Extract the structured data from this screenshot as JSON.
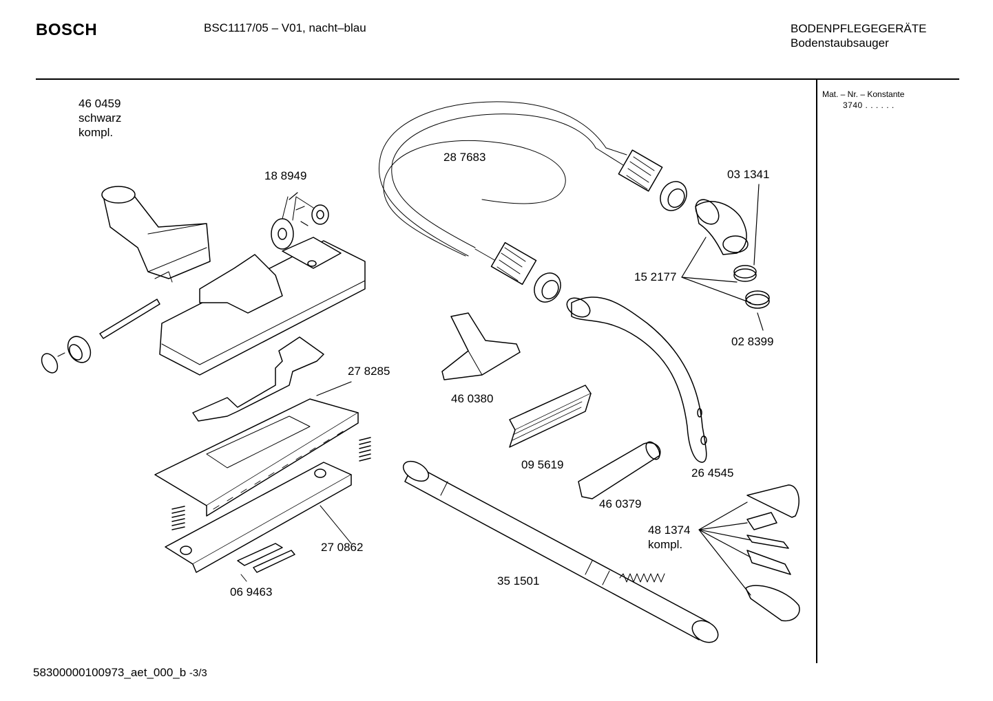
{
  "header": {
    "brand": "BOSCH",
    "model": "BSC1117/05 – V01, nacht–blau",
    "category": "BODENPFLEGEGERÄTE",
    "subcategory": "Bodenstaubsauger"
  },
  "sidebar": {
    "mat_label": "Mat. – Nr. – Konstante",
    "mat_value": "3740  .  .    .  .  .  ."
  },
  "parts": {
    "p460459": {
      "number": "46 0459",
      "line2": "schwarz",
      "line3": "kompl."
    },
    "p188949": {
      "number": "18 8949"
    },
    "p287683": {
      "number": "28 7683"
    },
    "p031341": {
      "number": "03 1341"
    },
    "p152177": {
      "number": "15 2177"
    },
    "p028399": {
      "number": "02 8399"
    },
    "p278285": {
      "number": "27 8285"
    },
    "p460380": {
      "number": "46 0380"
    },
    "p095619": {
      "number": "09 5619"
    },
    "p264545": {
      "number": "26 4545"
    },
    "p460379": {
      "number": "46 0379"
    },
    "p481374": {
      "number": "48 1374",
      "line2": "kompl."
    },
    "p270862": {
      "number": "27 0862"
    },
    "p351501": {
      "number": "35 1501"
    },
    "p069463": {
      "number": "06 9463"
    }
  },
  "footer": {
    "doc_id": "58300000100973_aet_000_b",
    "page": "-3/3"
  }
}
